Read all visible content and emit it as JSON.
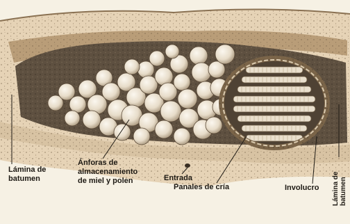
{
  "labels": {
    "batumen_left": [
      "Lámina de",
      "batumen"
    ],
    "anforas": [
      "Ánforas de",
      "almacenamiento",
      "de miel y polen"
    ],
    "entrada": "Entrada",
    "panales": "Panales de cría",
    "involucro": "Involucro",
    "batumen_right": [
      "Lámina de",
      "batumen"
    ]
  },
  "colors": {
    "background": "#f6f1e4",
    "soil_light": "#e6d3b6",
    "soil_dark": "#b99d78",
    "cavity": "#5e5040",
    "pot": "#ebe3d4",
    "brood_comb": "#e9dfcd",
    "involucre": "#7a6448",
    "ink": "#1e1a14"
  }
}
